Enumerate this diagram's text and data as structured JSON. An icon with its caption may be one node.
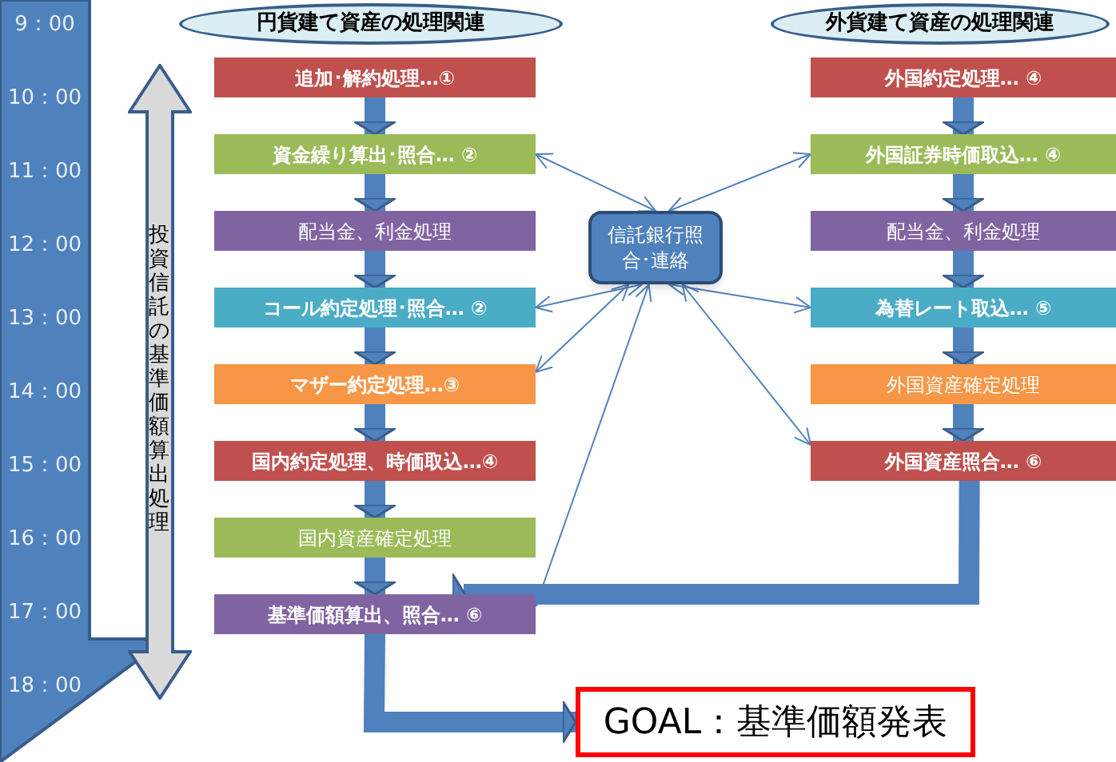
{
  "diagram": {
    "nodes": [
      {
        "text": [
          "円貨建て資産の処理関連"
        ]
      },
      {
        "text": [
          "外貨建て資産の処理関連"
        ]
      },
      {
        "text": [
          "追加･解約処理…①"
        ]
      },
      {
        "text": [
          "資金繰り算出･照合… ②"
        ]
      },
      {
        "text": [
          "配当金、利金処理"
        ]
      },
      {
        "text": [
          "コール約定処理･照合… ②"
        ]
      },
      {
        "text": [
          "マザー約定処理…③"
        ]
      },
      {
        "text": [
          "国内約定処理、時価取込…④"
        ]
      },
      {
        "text": [
          "国内資産確定処理"
        ]
      },
      {
        "text": [
          "基準価額算出、照合… ⑥"
        ]
      },
      {
        "text": [
          "信託銀行照合･連絡"
        ]
      },
      {
        "text": [
          "外国約定処理… ④"
        ]
      },
      {
        "text": [
          "外国証券時価取込… ④"
        ]
      },
      {
        "text": [
          "配当金、利金処理"
        ]
      },
      {
        "text": [
          "為替レート取込… ⑤"
        ]
      },
      {
        "text": [
          "外国資産確定処理"
        ]
      },
      {
        "text": [
          "外国資産照合… ⑥"
        ]
      },
      {
        "text": [
          "GOAL：基準価額発表"
        ]
      },
      {
        "text": [
          "投資信託の基準価額算出処理"
        ]
      }
    ],
    "edges": [
      {
        "from": 2,
        "to": 3,
        "arrow": "to"
      },
      {
        "from": 3,
        "to": 4,
        "arrow": "to"
      },
      {
        "from": 4,
        "to": 5,
        "arrow": "to"
      },
      {
        "from": 5,
        "to": 6,
        "arrow": "to"
      },
      {
        "from": 6,
        "to": 7,
        "arrow": "to"
      },
      {
        "from": 7,
        "to": 8,
        "arrow": "to"
      },
      {
        "from": 8,
        "to": 9,
        "arrow": "to"
      },
      {
        "from": 11,
        "to": 12,
        "arrow": "to"
      },
      {
        "from": 12,
        "to": 13,
        "arrow": "to"
      },
      {
        "from": 13,
        "to": 14,
        "arrow": "to"
      },
      {
        "from": 14,
        "to": 15,
        "arrow": "to"
      },
      {
        "from": 15,
        "to": 16,
        "arrow": "to"
      },
      {
        "from": 16,
        "to": 9,
        "arrow": "to"
      },
      {
        "from": 9,
        "to": 17,
        "arrow": "to"
      },
      {
        "from": 10,
        "to": 3,
        "arrow": "both"
      },
      {
        "from": 10,
        "to": 5,
        "arrow": "both"
      },
      {
        "from": 10,
        "to": 6,
        "arrow": "both"
      },
      {
        "from": 10,
        "to": 9,
        "arrow": "both"
      },
      {
        "from": 10,
        "to": 12,
        "arrow": "both"
      },
      {
        "from": 10,
        "to": 14,
        "arrow": "both"
      },
      {
        "from": 10,
        "to": 16,
        "arrow": "both"
      }
    ],
    "labels": [
      "9：00",
      "10：00",
      "11：00",
      "12：00",
      "13：00",
      "14：00",
      "15：00",
      "16：00",
      "17：00",
      "18：00"
    ]
  }
}
